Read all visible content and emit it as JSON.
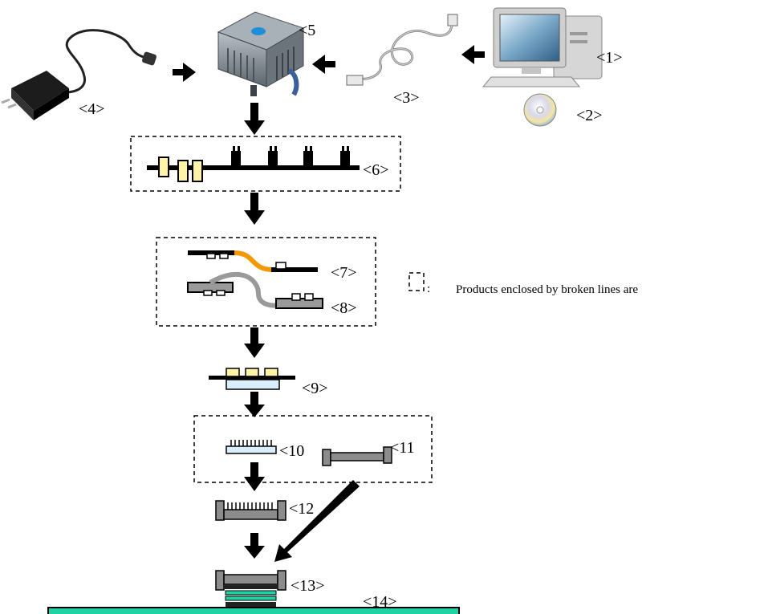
{
  "labels": {
    "l1": "<1>",
    "l2": "<2>",
    "l3": "<3>",
    "l4": "<4>",
    "l5": "<5",
    "l6": "<6>",
    "l7": "<7>",
    "l8": "<8>",
    "l9": "<9>",
    "l10": "<10",
    "l11": "<11",
    "l12": "<12",
    "l13": "<13>",
    "l14": "<14>"
  },
  "legend": {
    "colon": ":",
    "text": "Products enclosed by broken lines are"
  },
  "colors": {
    "cable_orange": "#f39800",
    "cable_gray": "#9a9a9a",
    "board_yellow": "#fff3a8",
    "board_blue": "#dbeefb",
    "connector_gray": "#8c8c8c",
    "target_board": "#1fd3a4"
  }
}
